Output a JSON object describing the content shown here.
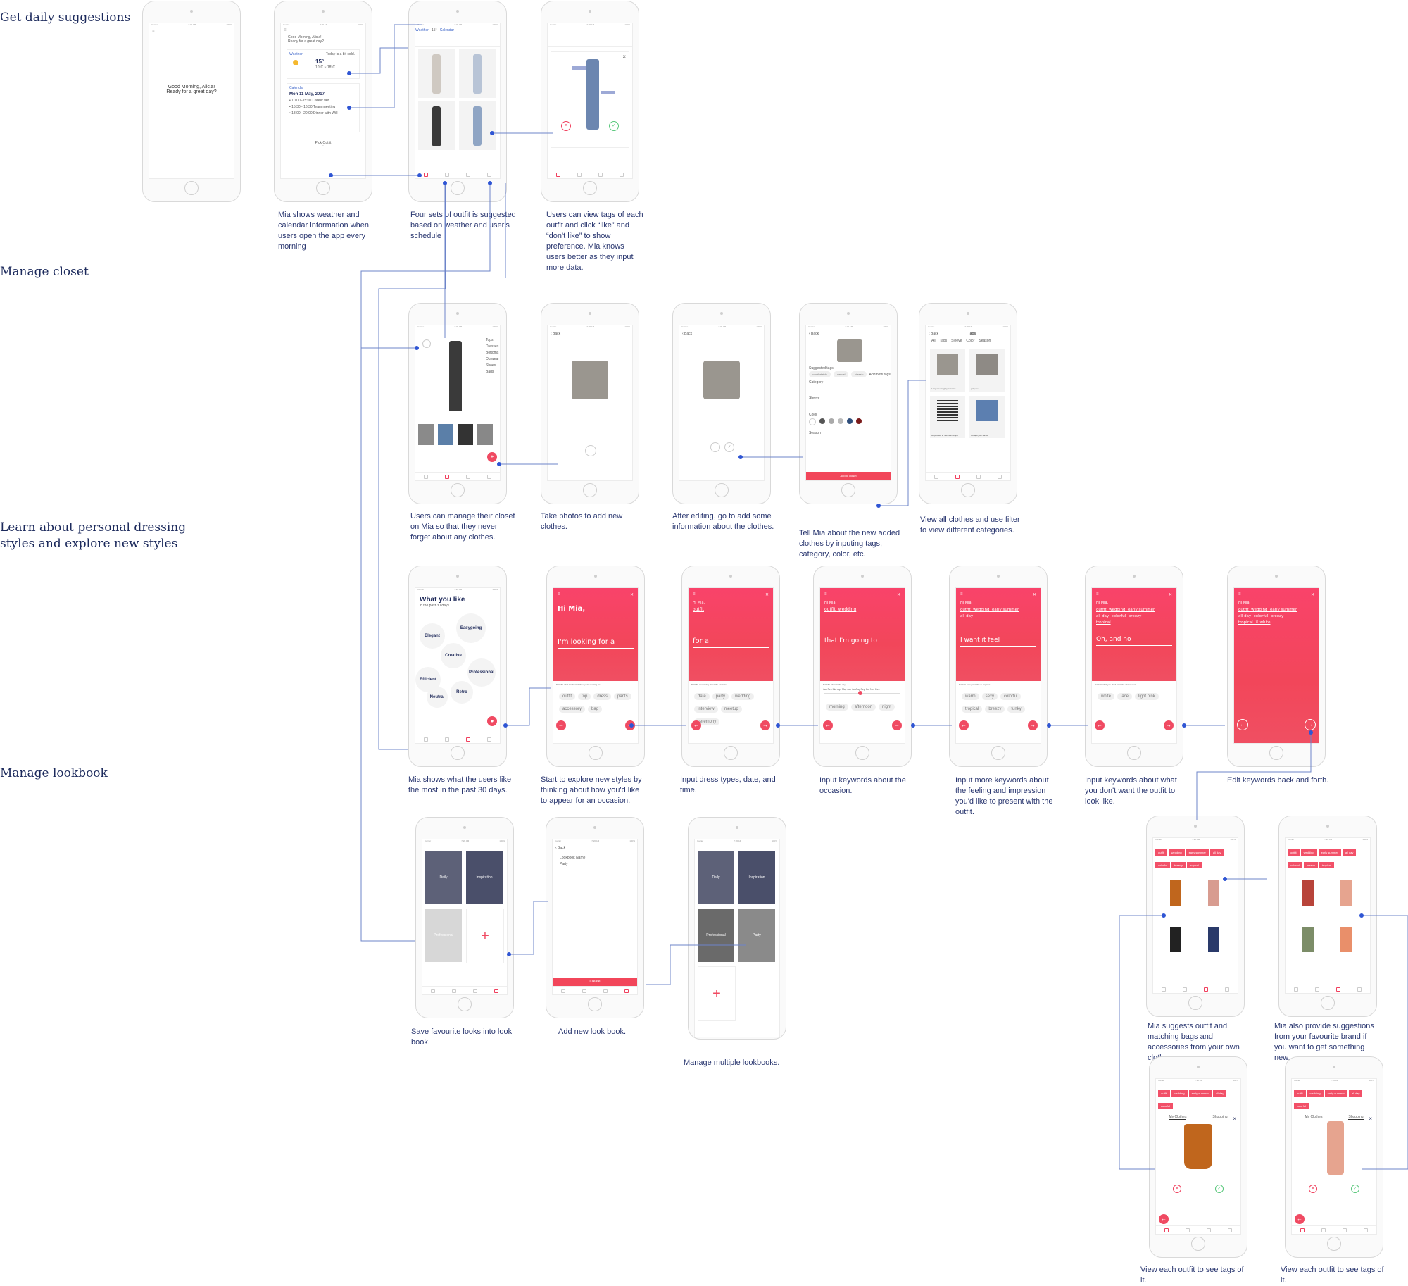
{
  "sections": [
    {
      "id": "daily",
      "title": "Get daily suggestions"
    },
    {
      "id": "closet",
      "title": "Manage closet"
    },
    {
      "id": "styles",
      "title": "Learn about personal dressing\nstyles and explore new styles"
    },
    {
      "id": "lookbook",
      "title": "Manage lookbook"
    }
  ],
  "captions": {
    "c1": "Mia shows weather and calendar information when users open the app every morning",
    "c2": "Four sets of outfit is suggested based on weather and user's schedule",
    "c3": "Users can view tags of each outfit and click “like” and “don't like” to show preference. Mia knows users better as they input more data.",
    "c4": "Users can manage their closet on Mia so that they never forget about any clothes.",
    "c5": "Take photos to add new clothes.",
    "c6": "After editing, go to add some information about the clothes.",
    "c7": "Tell Mia about the new added clothes by inputing tags, category, color, etc.",
    "c8": "View all clothes and use filter to view different categories.",
    "c9": "Mia shows what the users like the most in the past 30 days.",
    "c10": "Start to explore new styles by thinking about how you'd like to appear for an occasion.",
    "c11": "Input dress types, date, and time.",
    "c12": "Input keywords about the occasion.",
    "c13": "Input more keywords about the feeling and impression you'd like to present with the outfit.",
    "c14": "Input keywords about what you don't want the outfit to look like.",
    "c15": "Edit keywords back and forth.",
    "c16": "Save favourite looks into look book.",
    "c17": "Add new look book.",
    "c18": "Manage multiple lookbooks.",
    "c19": "Mia suggests outfit and matching bags and accessories from your own clothes.",
    "c20": "Mia also provide suggestions from your favourite brand if you want to get something new.",
    "c21": "View each outfit to see tags of it.",
    "c22": "View each outfit to see tags of it."
  },
  "screens": {
    "greet": {
      "line1": "Good Morning, Alicia!",
      "line2": "Ready for a great day?"
    },
    "weather": {
      "greeting": "Good Morning, Alicia!\nReady for a great day?",
      "weather_label": "Weather",
      "weather_note": "Today is a bit cold.",
      "temp": "15°",
      "range": "10°C ~ 18°C",
      "calendar_label": "Calendar",
      "date": "Mon 11 May, 2017",
      "events": [
        "10:00 -15:00 Career fair",
        "15:30 - 16:30 Team meeting",
        "18:00 - 20:00 Dinner with Will"
      ],
      "pick": "Pick Outfit"
    },
    "closet_icons": [
      "Tops",
      "Dresses",
      "Bottoms",
      "Outwear",
      "Shoes",
      "Bags"
    ],
    "add_info": {
      "suggested": "Suggested tags",
      "tags": [
        "comfortable",
        "casual",
        "classic"
      ],
      "add_tags": "Add new tags",
      "category": "Category",
      "sleeve": "Sleeve",
      "color": "Color",
      "season": "Season",
      "add_btn": "Add to closet"
    },
    "tags_view": {
      "title": "Tags",
      "filters": [
        "All",
        "Tags",
        "Sleeve",
        "Color",
        "Season"
      ],
      "items": [
        "Long sleeve gray sweater",
        "gray tee",
        "striped tee in Venetian stripe",
        "cottage jean jacket"
      ]
    },
    "what_you_like": {
      "title": "What you like",
      "sub": "in the past 30 days",
      "bubbles": [
        "Elegant",
        "Easygoing",
        "Creative",
        "Professional",
        "Efficient",
        "Retro",
        "Neutral"
      ]
    },
    "hi": {
      "hi": "Hi Mia,",
      "looking": "I'm looking for a",
      "chips_label": "Tell Mia what kinds of clothes you're looking for",
      "chips": [
        "outfit",
        "top",
        "dress",
        "pants",
        "accessory",
        "bag"
      ]
    },
    "for_a": {
      "hi": "Hi Mia,",
      "picked": "outfit",
      "prompt": "for a",
      "chips_label": "Tell Mia something about the occasion",
      "chips": [
        "date",
        "party",
        "wedding",
        "interview",
        "meetup",
        "ceremony"
      ]
    },
    "going": {
      "hi": "Hi Mia,",
      "picked": "outfit  wedding",
      "prompt": "that I'm going to",
      "chips_label": "Tell Mia when is the day",
      "months": "Jan Feb Mar Apr May Jun Jul Aug Sep Oct Nov Dec",
      "chips": [
        "morning",
        "afternoon",
        "night"
      ]
    },
    "feel": {
      "hi": "Hi Mia,",
      "picked": "outfit  wedding  early summer\nall day",
      "prompt": "I want it feel",
      "chips_label": "Tell Mia how you'd like to impress",
      "chips": [
        "warm",
        "sexy",
        "colorful",
        "tropical",
        "breezy",
        "funky"
      ]
    },
    "no": {
      "hi": "Hi Mia,",
      "picked": "outfit  wedding  early summer\nall day  colorful  breezy\ntropical",
      "prompt": "Oh, and no",
      "chips_label": "Tell Mia what you don't want the clothes look",
      "chips": [
        "white",
        "lace",
        "light pink"
      ]
    },
    "edit": {
      "hi": "Hi Mia,",
      "picked": "outfit  wedding  early summer\nall day  colorful  breezy\ntropical  ✕ white"
    },
    "lookbook": {
      "cards": [
        "Daily",
        "Inspiration",
        "Professional"
      ],
      "name_label": "Lookbook Name",
      "name_value": "Party",
      "create": "Create",
      "cards2": [
        "Daily",
        "Inspiration",
        "Professional",
        "Party"
      ]
    },
    "suggest": {
      "tabs": [
        "My Clothes",
        "Shopping"
      ],
      "tags": [
        "outfit",
        "wedding",
        "early summer",
        "all day",
        "colorful",
        "breezy",
        "tropical"
      ]
    }
  },
  "colors": {
    "accent": "#f2465a",
    "link": "#2f55d4",
    "text": "#1f2a5a"
  }
}
